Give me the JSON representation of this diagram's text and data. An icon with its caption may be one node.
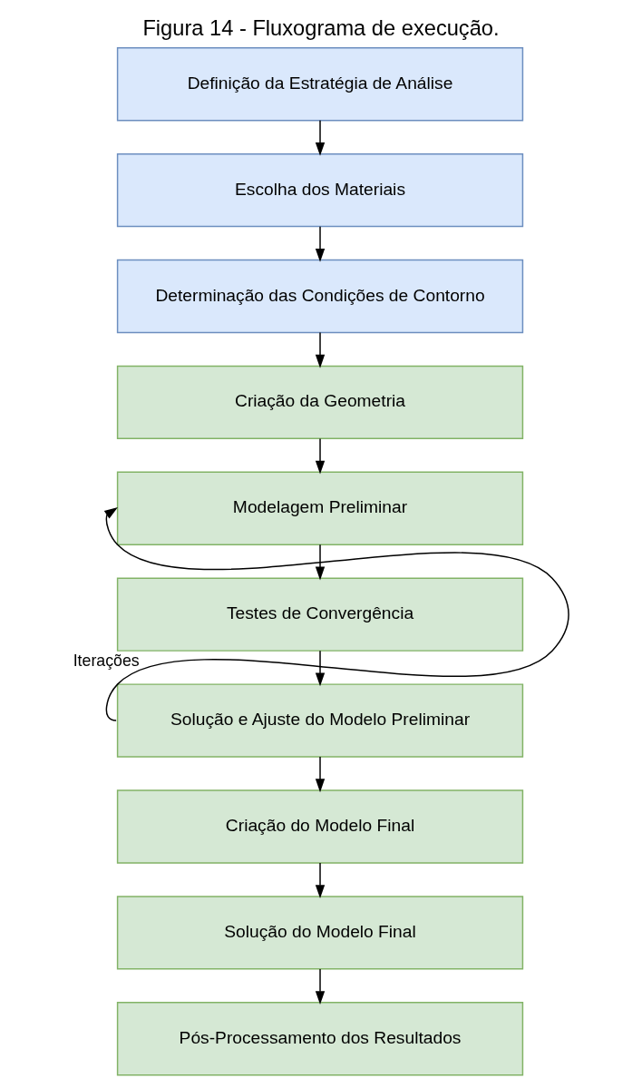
{
  "diagram": {
    "title": "Figura 14 - Fluxograma de execução.",
    "nodes": [
      {
        "text": [
          "Definição da Estratégia de Análise"
        ]
      },
      {
        "text": [
          "Escolha dos Materiais"
        ]
      },
      {
        "text": [
          "Determinação das Condições de Contorno"
        ]
      },
      {
        "text": [
          "Criação da Geometria"
        ]
      },
      {
        "text": [
          "Modelagem Preliminar"
        ]
      },
      {
        "text": [
          "Testes de Convergência"
        ]
      },
      {
        "text": [
          "Solução e Ajuste do Modelo Preliminar"
        ]
      },
      {
        "text": [
          "Criação do Modelo Final"
        ]
      },
      {
        "text": [
          "Solução do Modelo Final"
        ]
      },
      {
        "text": [
          "Pós-Processamento dos Resultados"
        ]
      }
    ],
    "edges": [
      {
        "from": 0,
        "to": 1,
        "arrow": "to"
      },
      {
        "from": 1,
        "to": 2,
        "arrow": "to"
      },
      {
        "from": 2,
        "to": 3,
        "arrow": "to"
      },
      {
        "from": 3,
        "to": 4,
        "arrow": "to"
      },
      {
        "from": 4,
        "to": 5,
        "arrow": "to"
      },
      {
        "from": 5,
        "to": 6,
        "arrow": "to"
      },
      {
        "from": 6,
        "to": 4,
        "label": "Iterações",
        "arrow": "to"
      },
      {
        "from": 6,
        "to": 7,
        "arrow": "to"
      },
      {
        "from": 7,
        "to": 8,
        "arrow": "to"
      },
      {
        "from": 8,
        "to": 9,
        "arrow": "to"
      }
    ]
  }
}
